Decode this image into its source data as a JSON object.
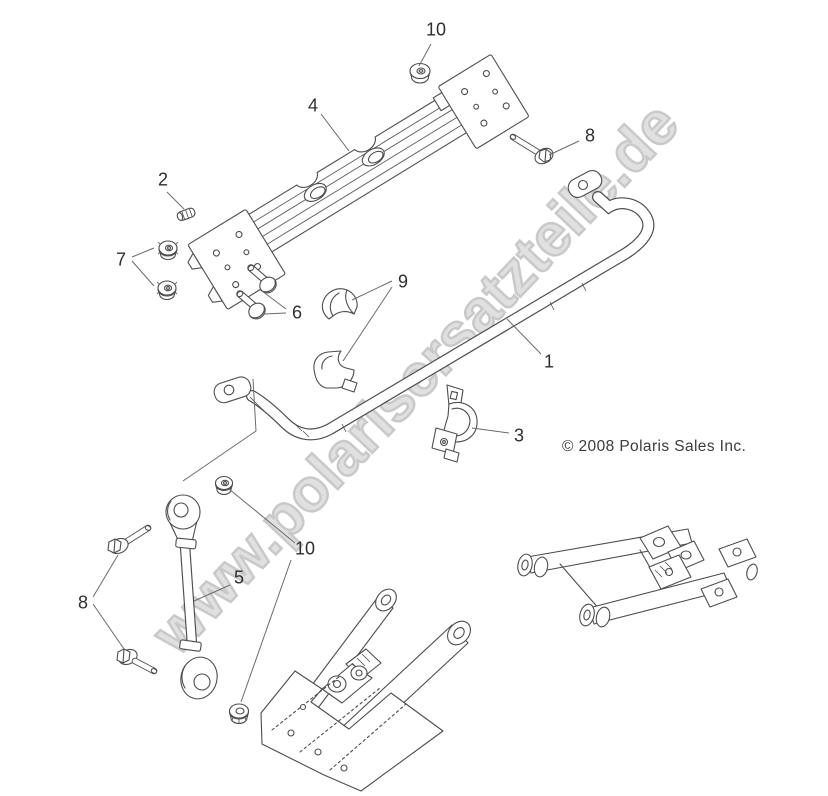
{
  "watermark": {
    "text": "www.polarisersatzteile.de",
    "color": "#dddddd"
  },
  "copyright": {
    "text": "© 2008 Polaris Sales Inc."
  },
  "callouts": [
    {
      "id": "10-top",
      "label": "10"
    },
    {
      "id": "4",
      "label": "4"
    },
    {
      "id": "8-upper",
      "label": "8"
    },
    {
      "id": "2",
      "label": "2"
    },
    {
      "id": "7",
      "label": "7"
    },
    {
      "id": "6",
      "label": "6"
    },
    {
      "id": "9",
      "label": "9"
    },
    {
      "id": "1",
      "label": "1"
    },
    {
      "id": "3",
      "label": "3"
    },
    {
      "id": "5",
      "label": "5"
    },
    {
      "id": "8-lower",
      "label": "8"
    },
    {
      "id": "10-lower",
      "label": "10"
    }
  ],
  "parts": [
    {
      "callout": "1",
      "drawing": "stabilizer-bar"
    },
    {
      "callout": "2",
      "drawing": "set-screw"
    },
    {
      "callout": "3",
      "drawing": "clamp-bracket"
    },
    {
      "callout": "4",
      "drawing": "mounting-rail-bracket"
    },
    {
      "callout": "5",
      "drawing": "stabilizer-link-rod"
    },
    {
      "callout": "6",
      "drawing": "carriage-bolts"
    },
    {
      "callout": "7",
      "drawing": "flange-nuts"
    },
    {
      "callout": "8",
      "drawing": "hex-flange-bolts"
    },
    {
      "callout": "9",
      "drawing": "bushing-halves"
    },
    {
      "callout": "10",
      "drawing": "lock-nuts"
    }
  ],
  "colors": {
    "background": "#ffffff",
    "line": "#4d4d4d",
    "label": "#2e2e2e",
    "watermark": "#dddddd"
  }
}
